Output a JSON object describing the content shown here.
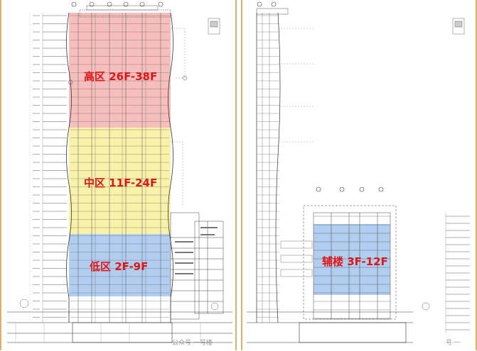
{
  "zones": {
    "high": "高区 26F-38F",
    "mid": "中区 11F-24F",
    "low": "低区 2F-9F",
    "annex": "辅楼 3F-12F"
  },
  "watermarks": {
    "left": "公众号·一号楼",
    "right": "号·一"
  },
  "colors": {
    "high_zone": "#f6b3b3",
    "mid_zone": "#f7f0a0",
    "low_zone": "#a9c8ee",
    "label_red": "#e01515",
    "frame": "#e2ae6a"
  }
}
